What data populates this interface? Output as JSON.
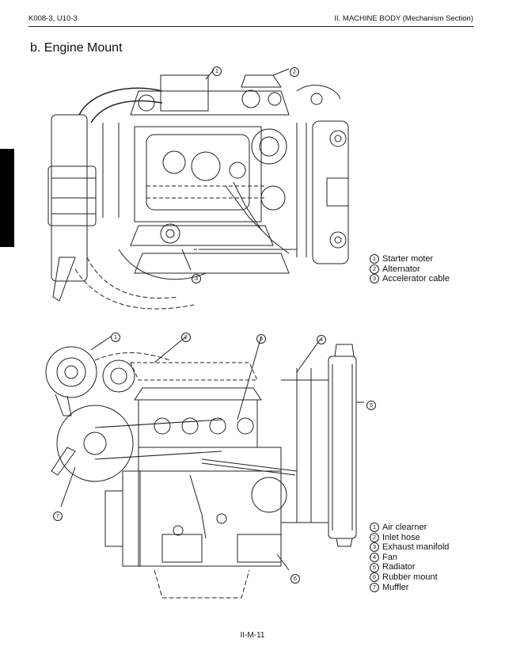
{
  "header": {
    "model": "K008-3, U10-3",
    "section": "II. MACHINE BODY (Mechanism Section)"
  },
  "section_title": "b. Engine Mount",
  "figure1": {
    "callouts": [
      "①",
      "②",
      "③"
    ],
    "legend": [
      {
        "num": "1",
        "label": "Starter moter"
      },
      {
        "num": "2",
        "label": "Alternator"
      },
      {
        "num": "3",
        "label": "Accelerator cable"
      }
    ]
  },
  "figure2": {
    "callouts": [
      "①",
      "②",
      "③",
      "④",
      "⑤",
      "⑥",
      "⑦"
    ],
    "legend": [
      {
        "num": "1",
        "label": "Air clearner"
      },
      {
        "num": "2",
        "label": "Inlet hose"
      },
      {
        "num": "3",
        "label": "Exhaust manifold"
      },
      {
        "num": "4",
        "label": "Fan"
      },
      {
        "num": "5",
        "label": "Radiator"
      },
      {
        "num": "6",
        "label": "Rubber mount"
      },
      {
        "num": "7",
        "label": "Muffler"
      }
    ]
  },
  "footer": {
    "page": "II-M-11"
  }
}
